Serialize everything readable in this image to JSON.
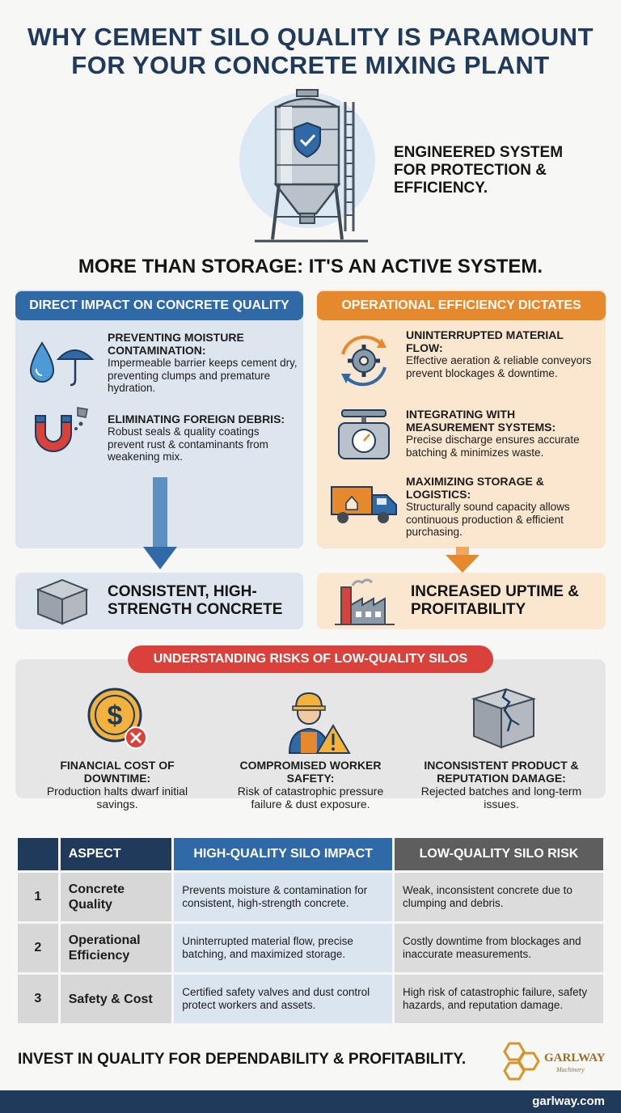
{
  "title_line1": "WHY CEMENT SILO QUALITY IS PARAMOUNT",
  "title_line2": "FOR YOUR CONCRETE MIXING PLANT",
  "hero_text": "ENGINEERED SYSTEM FOR PROTECTION & EFFICIENCY.",
  "subheading": "MORE THAN STORAGE: IT'S AN ACTIVE SYSTEM.",
  "left_panel": {
    "header": "DIRECT IMPACT ON CONCRETE QUALITY",
    "items": [
      {
        "title": "PREVENTING MOISTURE CONTAMINATION:",
        "body": "Impermeable barrier keeps cement dry, preventing clumps and premature hydration.",
        "icon": "water-drop-umbrella-icon"
      },
      {
        "title": "ELIMINATING FOREIGN DEBRIS:",
        "body": "Robust seals & quality coatings prevent rust & contaminants from weakening mix.",
        "icon": "magnet-icon"
      }
    ],
    "result": "CONSISTENT, HIGH-STRENGTH CONCRETE"
  },
  "right_panel": {
    "header": "OPERATIONAL EFFICIENCY DICTATES",
    "items": [
      {
        "title": "UNINTERRUPTED MATERIAL FLOW:",
        "body": "Effective aeration & reliable conveyors prevent blockages & downtime.",
        "icon": "gear-cycle-icon"
      },
      {
        "title": "INTEGRATING WITH MEASUREMENT SYSTEMS:",
        "body": "Precise discharge ensures accurate batching & minimizes waste.",
        "icon": "scale-icon"
      },
      {
        "title": "MAXIMIZING STORAGE & LOGISTICS:",
        "body": "Structurally sound capacity allows continuous production & efficient purchasing.",
        "icon": "truck-icon"
      }
    ],
    "result": "INCREASED UPTIME & PROFITABILITY"
  },
  "risks": {
    "header": "UNDERSTANDING RISKS OF LOW-QUALITY SILOS",
    "items": [
      {
        "title": "FINANCIAL COST OF DOWNTIME:",
        "body": "Production halts dwarf initial savings.",
        "icon": "dollar-coin-icon"
      },
      {
        "title": "COMPROMISED WORKER SAFETY:",
        "body": "Risk of catastrophic pressure failure & dust exposure.",
        "icon": "worker-warning-icon"
      },
      {
        "title": "INCONSISTENT PRODUCT & REPUTATION DAMAGE:",
        "body": "Rejected batches and long-term issues.",
        "icon": "cracked-block-icon"
      }
    ]
  },
  "table": {
    "headers": [
      "",
      "ASPECT",
      "HIGH-QUALITY SILO IMPACT",
      "LOW-QUALITY SILO RISK"
    ],
    "rows": [
      {
        "num": "1",
        "aspect": "Concrete Quality",
        "high": "Prevents moisture & contamination for consistent, high-strength concrete.",
        "low": "Weak, inconsistent concrete due to clumping and debris."
      },
      {
        "num": "2",
        "aspect": "Operational Efficiency",
        "high": "Uninterrupted material flow, precise batching, and maximized storage.",
        "low": "Costly downtime from blockages and inaccurate measurements."
      },
      {
        "num": "3",
        "aspect": "Safety & Cost",
        "high": "Certified safety valves and dust control protect workers and assets.",
        "low": "High risk of catastrophic failure, safety hazards, and reputation damage."
      }
    ]
  },
  "footer_text": "INVEST IN QUALITY FOR DEPENDABILITY & PROFITABILITY.",
  "logo": {
    "name": "GARLWAY",
    "sub": "Machinery"
  },
  "website": "garlway.com",
  "colors": {
    "navy": "#1f3a5a",
    "blue": "#2f69a6",
    "orange": "#e6892c",
    "red": "#d9413b"
  }
}
